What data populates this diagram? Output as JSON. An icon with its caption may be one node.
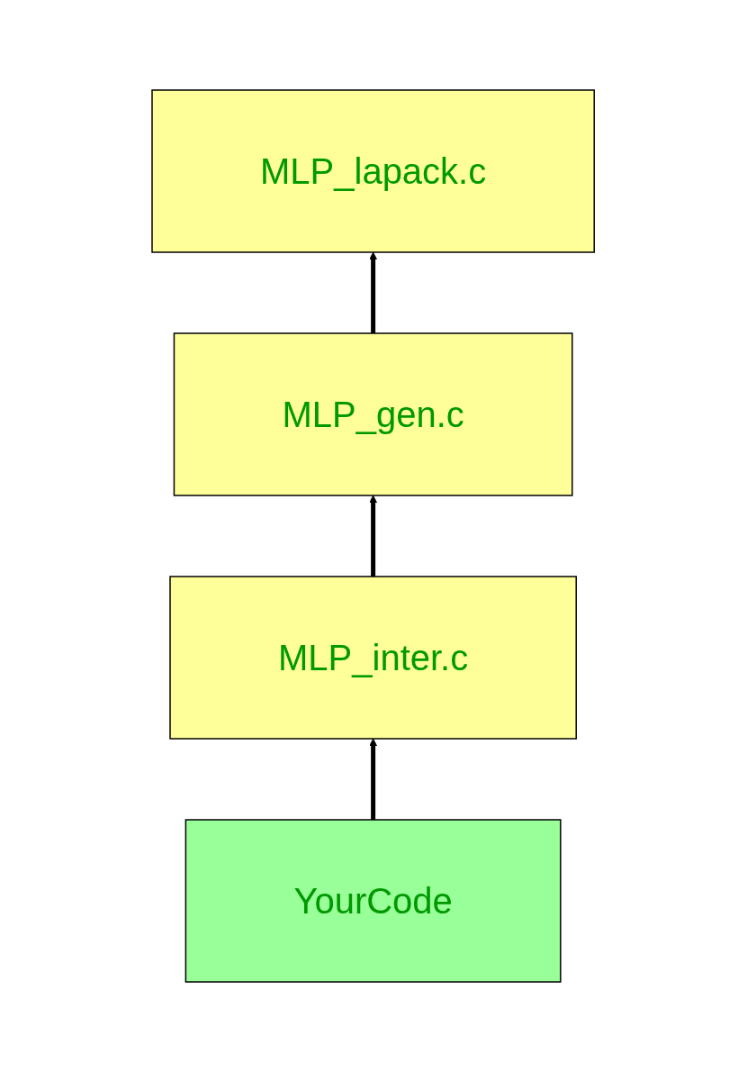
{
  "diagram": {
    "nodes": [
      {
        "text": [
          "MLP_lapack.c"
        ]
      },
      {
        "text": [
          "MLP_gen.c"
        ]
      },
      {
        "text": [
          "MLP_inter.c"
        ]
      },
      {
        "text": [
          "YourCode"
        ]
      }
    ],
    "edges": [
      {
        "from": 1,
        "to": 0,
        "arrow": "to"
      },
      {
        "from": 2,
        "to": 1,
        "arrow": "to"
      },
      {
        "from": 3,
        "to": 2,
        "arrow": "to"
      }
    ]
  }
}
